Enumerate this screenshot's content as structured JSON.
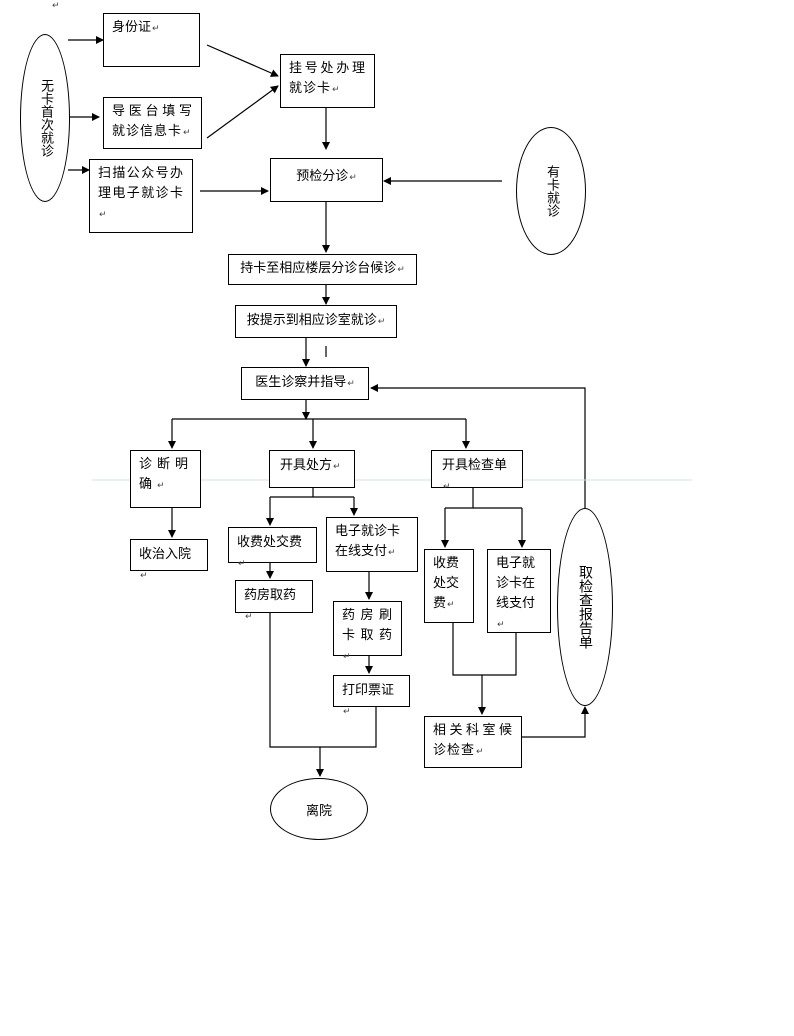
{
  "nodes": {
    "no_card": "无卡首次就诊",
    "has_card": "有卡就诊",
    "id_card": "身份证",
    "guide_desk": "导医台填写就诊信息卡",
    "scan_wechat": "扫描公众号办理电子就诊卡",
    "register": "挂号处办理就诊卡",
    "pre_triage": "预检分诊",
    "go_floor": "持卡至相应楼层分诊台候诊",
    "go_room": "按提示到相应诊室就诊",
    "doctor": "医生诊察并指导",
    "diagnosis": "诊断明确",
    "admission": "收治入院",
    "prescription": "开具处方",
    "exam_order": "开具检查单",
    "pay_cashier_rx": "收费处交费",
    "pay_online_rx": "电子就诊卡在线支付",
    "pharmacy_rx": "药房取药",
    "pharmacy_card": "药房刷卡取药",
    "print_receipt": "打印票证",
    "pay_cashier_ex": "收费处交费",
    "pay_online_ex": "电子就诊卡在线支付",
    "wait_exam": "相关科室候诊检查",
    "get_report": "取检查报告单",
    "leave": "离院"
  },
  "para_mark": "↵"
}
